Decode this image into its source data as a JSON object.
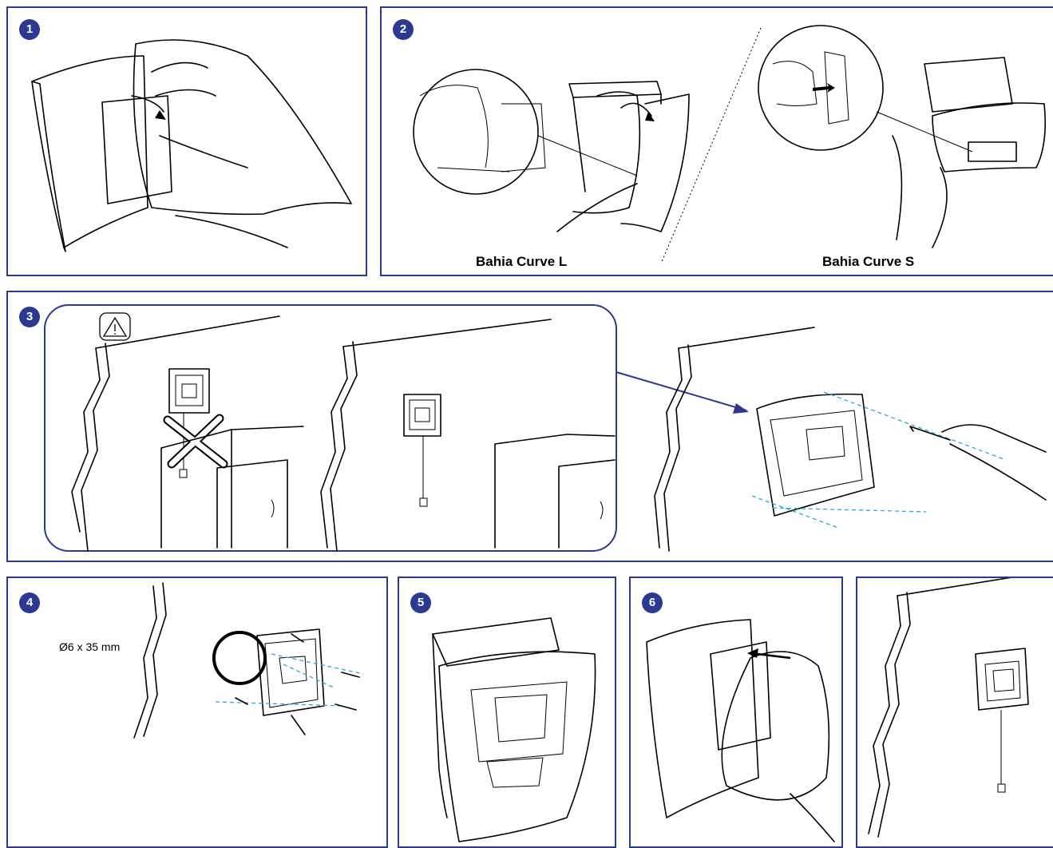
{
  "colors": {
    "frame": "#2b3990",
    "badge_bg": "#2b3990",
    "badge_text": "#ffffff",
    "guide_line": "#29a9e0",
    "arrow": "#2b3990"
  },
  "panel1": {
    "step": "1"
  },
  "panel2": {
    "step": "2",
    "caption_left": "Bahia Curve L",
    "caption_right": "Bahia Curve S"
  },
  "panel3": {
    "step": "3",
    "warning_icon": "warning-triangle-icon"
  },
  "panel4": {
    "step": "4",
    "dimension": "Ø6 x 35 mm"
  },
  "panel5": {
    "step": "5"
  },
  "panel6": {
    "step": "6"
  },
  "panel7": {}
}
